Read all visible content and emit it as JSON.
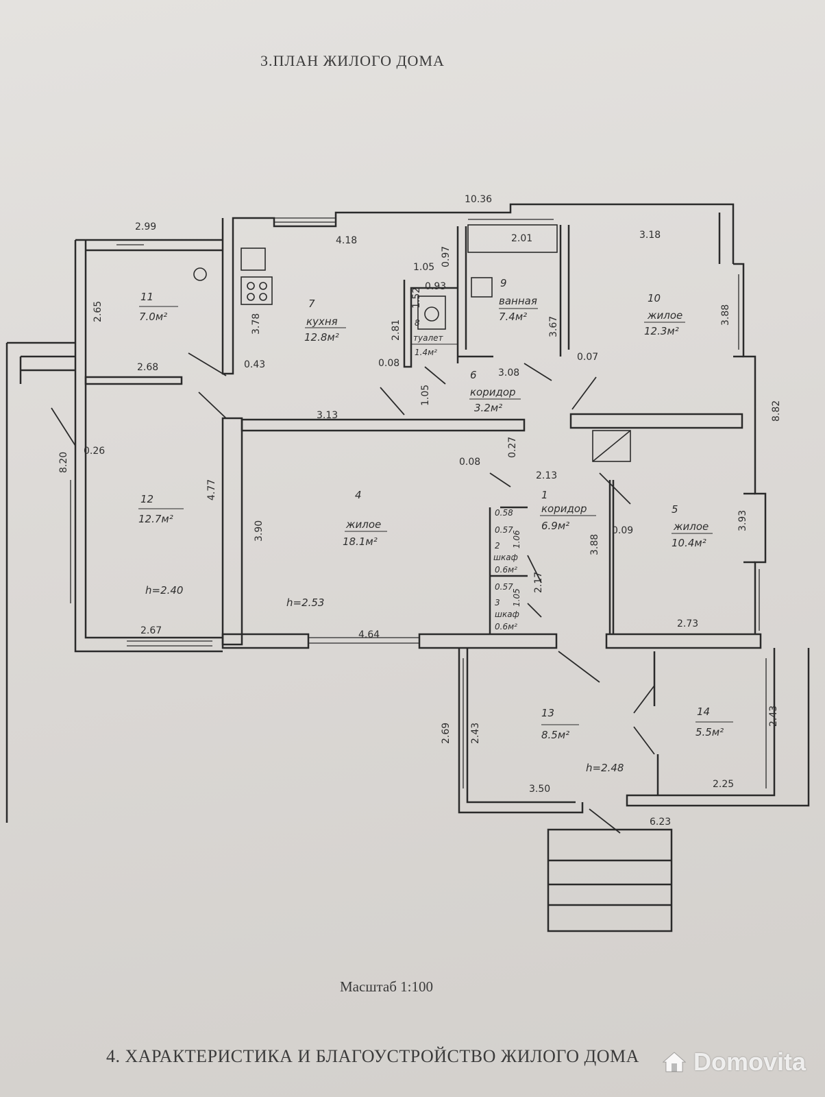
{
  "sheet": {
    "title": "3.ПЛАН ЖИЛОГО ДОМА",
    "scale": "Масштаб 1:100",
    "next_section": "4. ХАРАКТЕРИСТИКА И БЛАГОУСТРОЙСТВО ЖИЛОГО ДОМА"
  },
  "rooms": [
    {
      "id": "r1",
      "number": "1",
      "name": "коридор",
      "area": "6.9м²"
    },
    {
      "id": "r2",
      "number": "2",
      "name": "шкаф",
      "area": "0.6м²"
    },
    {
      "id": "r3",
      "number": "3",
      "name": "шкаф",
      "area": "0.6м²"
    },
    {
      "id": "r4",
      "number": "4",
      "name": "жилое",
      "area": "18.1м²"
    },
    {
      "id": "r5",
      "number": "5",
      "name": "жилое",
      "area": "10.4м²"
    },
    {
      "id": "r6",
      "number": "6",
      "name": "коридор",
      "area": "3.2м²"
    },
    {
      "id": "r7",
      "number": "7",
      "name": "кухня",
      "area": "12.8м²"
    },
    {
      "id": "r8",
      "number": "8",
      "name": "туалет",
      "area": "1.4м²"
    },
    {
      "id": "r9",
      "number": "9",
      "name": "ванная",
      "area": "7.4м²"
    },
    {
      "id": "r10",
      "number": "10",
      "name": "жилое",
      "area": "12.3м²"
    },
    {
      "id": "r11",
      "number": "11",
      "name": "",
      "area": "7.0м²"
    },
    {
      "id": "r12",
      "number": "12",
      "name": "",
      "area": "12.7м²"
    },
    {
      "id": "r13",
      "number": "13",
      "name": "",
      "area": "8.5м²"
    },
    {
      "id": "r14",
      "number": "14",
      "name": "",
      "area": "5.5м²"
    }
  ],
  "heights": [
    "h=2.40",
    "h=2.53",
    "h=2.48"
  ],
  "dimensions": [
    "10.36",
    "2.99",
    "4.18",
    "0.97",
    "2.01",
    "3.18",
    "2.65",
    "3.78",
    "1.05",
    "0.93",
    "1.52",
    "2.81",
    "3.67",
    "3.88",
    "0.43",
    "2.68",
    "0.08",
    "1.05",
    "3.08",
    "0.07",
    "8.82",
    "3.13",
    "8.20",
    "0.26",
    "4.77",
    "0.27",
    "0.08",
    "2.13",
    "0.58",
    "0.57",
    "1.06",
    "3.90",
    "0.09",
    "3.88",
    "3.93",
    "2.17",
    "0.57",
    "1.05",
    "2.73",
    "2.67",
    "4.64",
    "2.69",
    "2.43",
    "2.43",
    "2.25",
    "3.50",
    "6.23"
  ],
  "watermark": {
    "text": "Domovita",
    "icon": "house-logo-icon"
  }
}
